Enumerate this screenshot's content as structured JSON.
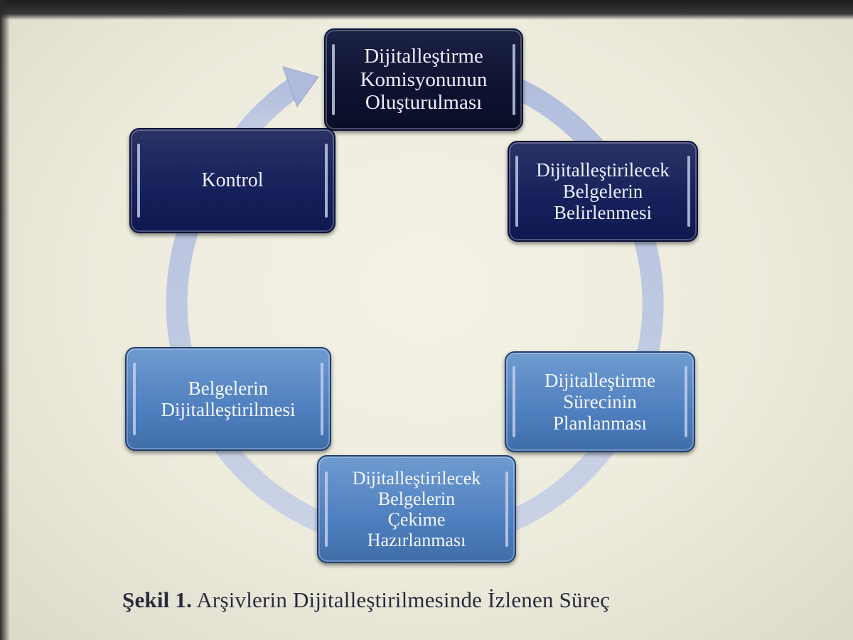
{
  "diagram": {
    "steps": [
      {
        "id": "step-1",
        "lines": [
          "Dijitalleştirme",
          "Komisyonunun",
          "Oluşturulması"
        ]
      },
      {
        "id": "step-2",
        "lines": [
          "Dijitalleştirilecek",
          "Belgelerin",
          "Belirlenmesi"
        ]
      },
      {
        "id": "step-3",
        "lines": [
          "Dijitalleştirme",
          "Sürecinin",
          "Planlanması"
        ]
      },
      {
        "id": "step-4",
        "lines": [
          "Dijitalleştirilecek",
          "Belgelerin",
          "Çekime",
          "Hazırlanması"
        ]
      },
      {
        "id": "step-5",
        "lines": [
          "Belgelerin",
          "Dijitalleştirilmesi"
        ]
      },
      {
        "id": "step-6",
        "lines": [
          "Kontrol"
        ]
      }
    ]
  },
  "caption": {
    "label": "Şekil 1.",
    "text": "Arşivlerin Dijitalleştirilmesinde İzlenen Süreç"
  },
  "colors": {
    "ring": "#b9c4de",
    "box_dark": "#16205a",
    "box_darkest": "#0d1230",
    "box_light": "#4f7fbe"
  }
}
